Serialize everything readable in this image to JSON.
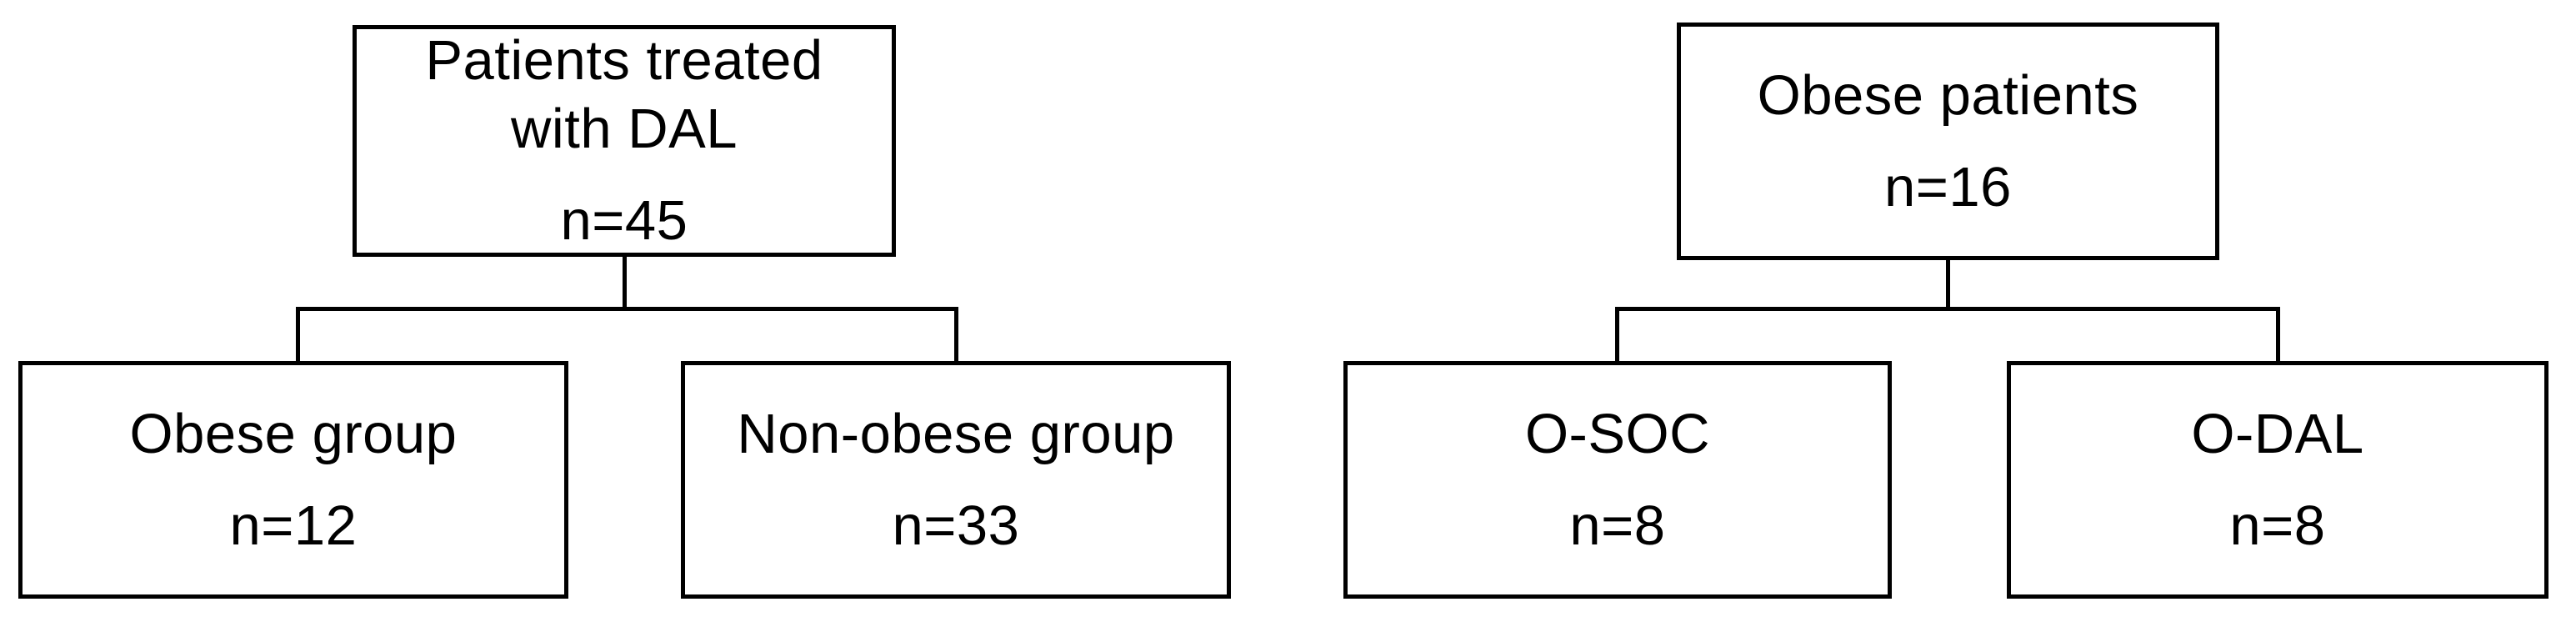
{
  "diagram": {
    "type": "flowchart",
    "background_color": "#ffffff",
    "box_border_color": "#000000",
    "text_color": "#000000",
    "trees": [
      {
        "root": {
          "label": "Patients treated\nwith DAL",
          "n": "n=45"
        },
        "children": [
          {
            "label": "Obese group",
            "n": "n=12"
          },
          {
            "label": "Non-obese group",
            "n": "n=33"
          }
        ]
      },
      {
        "root": {
          "label": "Obese patients",
          "n": "n=16"
        },
        "children": [
          {
            "label": "O-SOC",
            "n": "n=8"
          },
          {
            "label": "O-DAL",
            "n": "n=8"
          }
        ]
      }
    ]
  }
}
